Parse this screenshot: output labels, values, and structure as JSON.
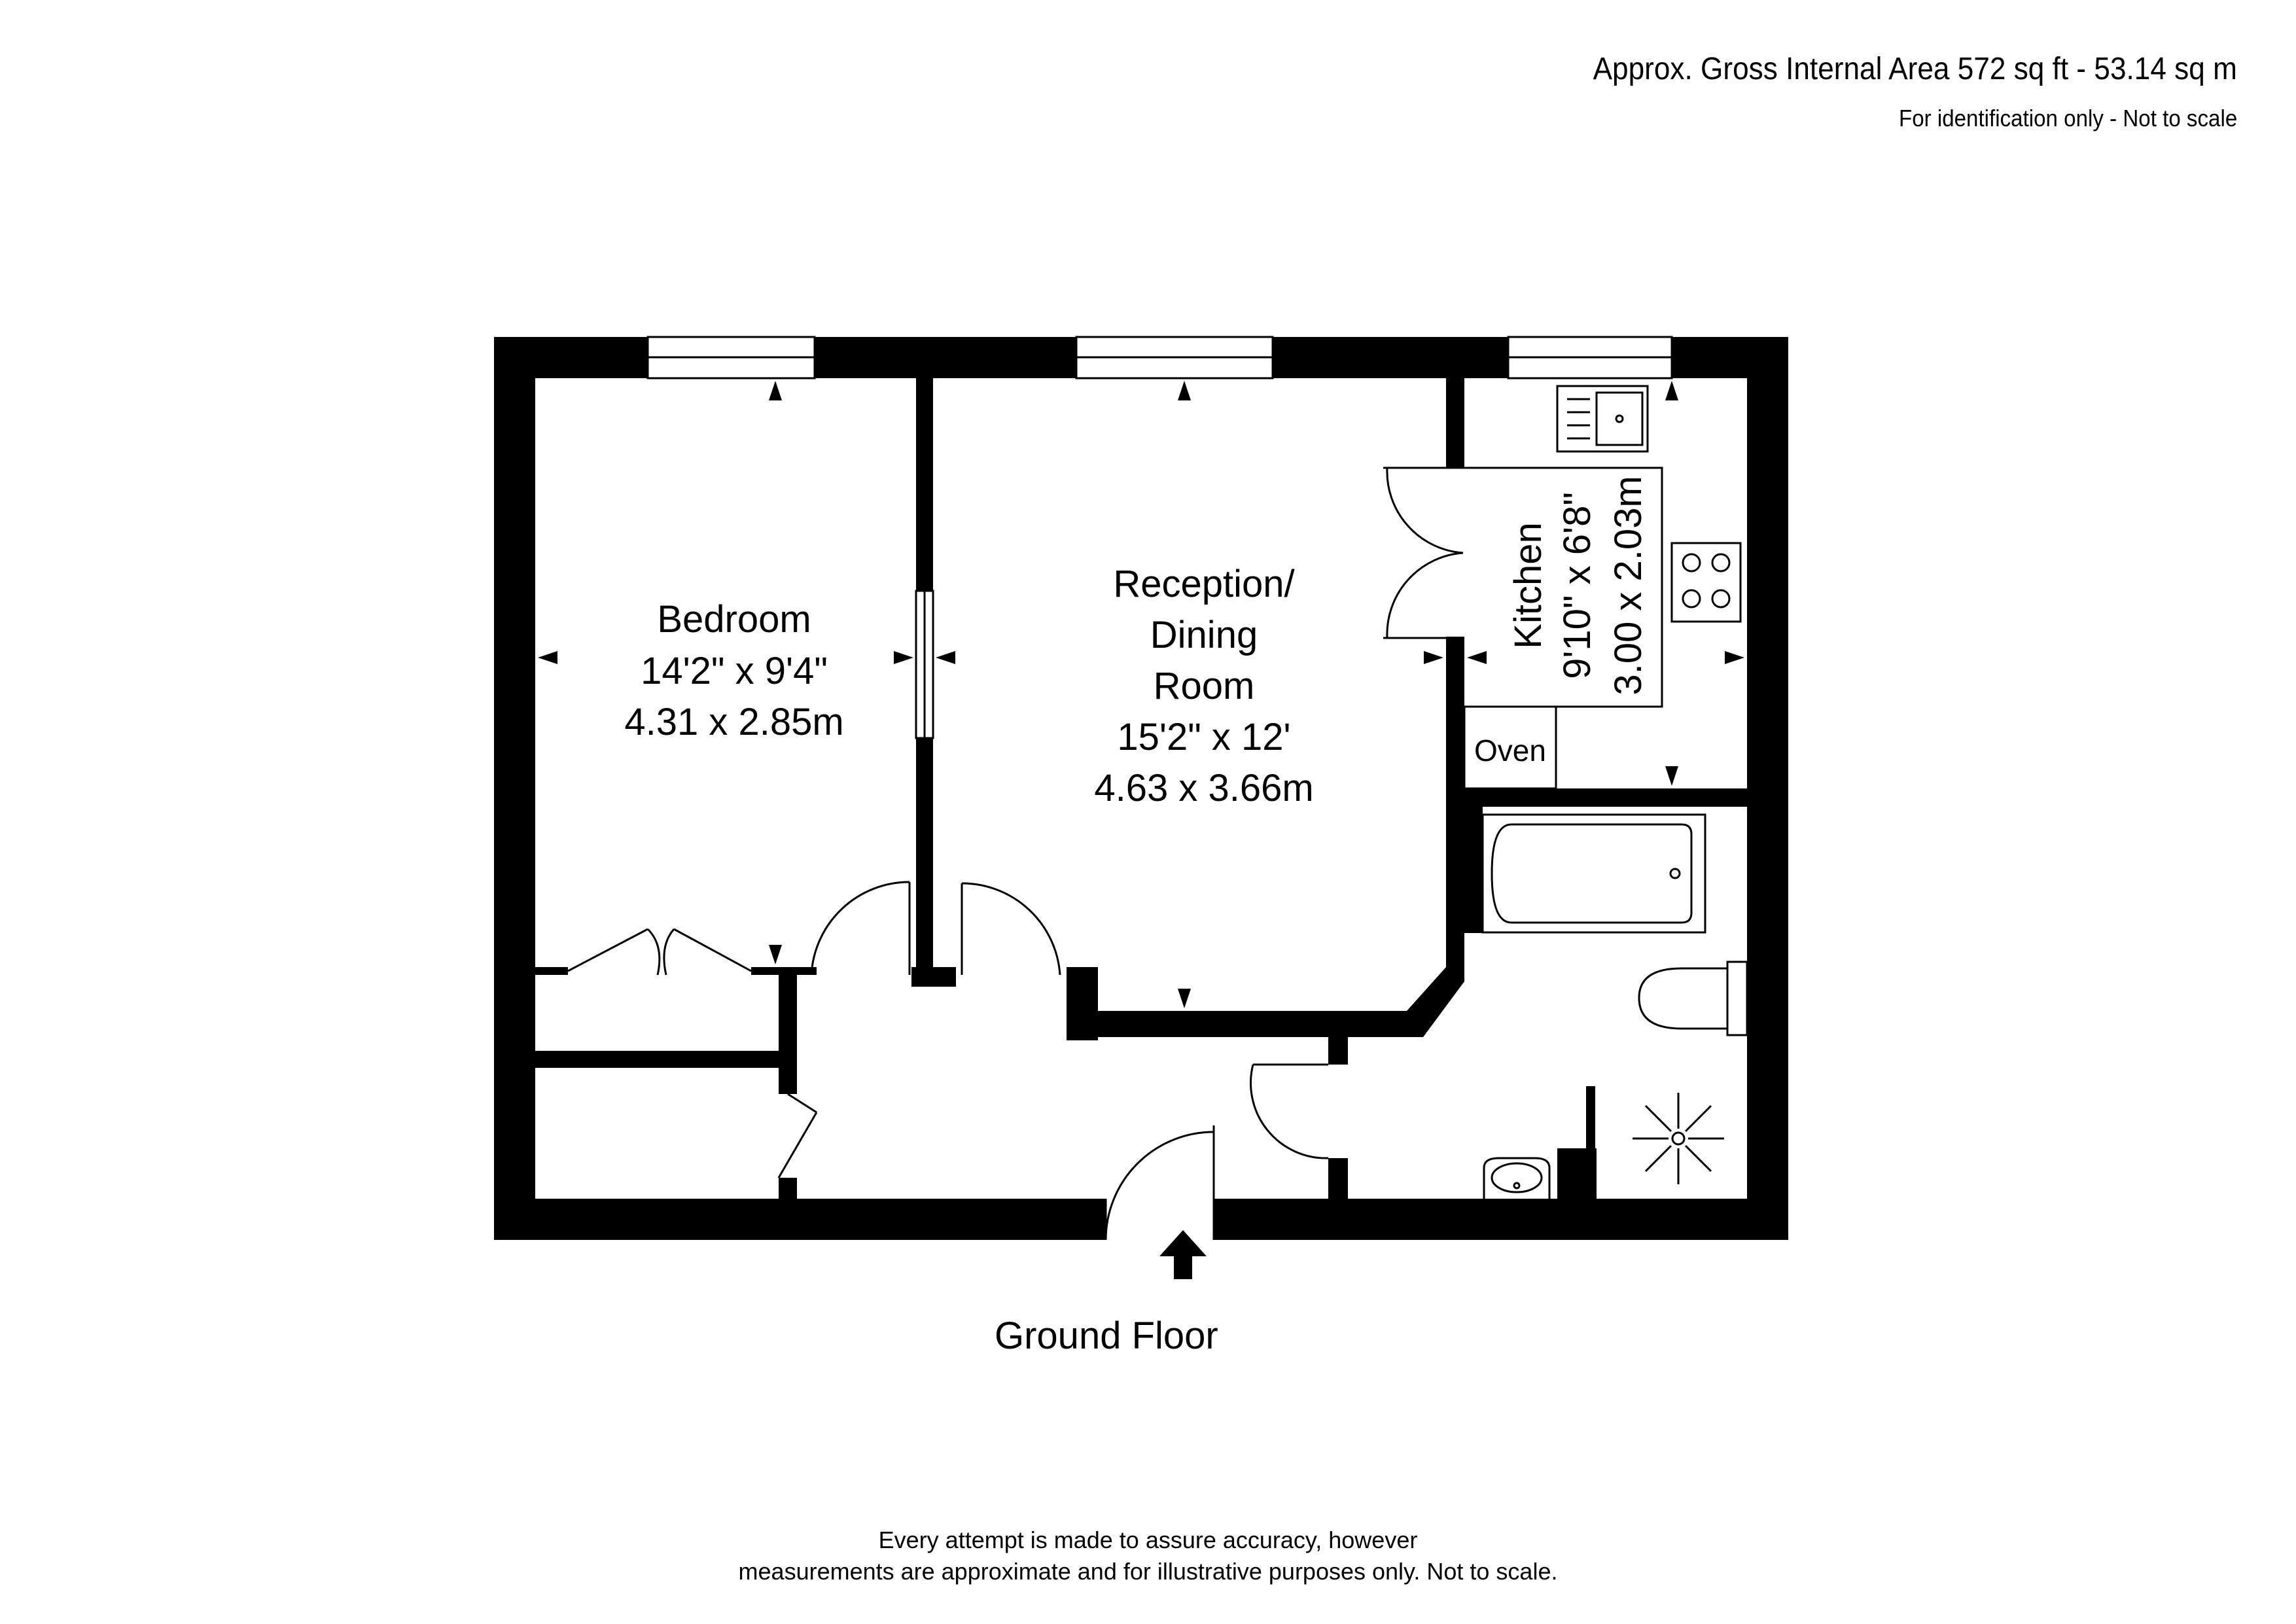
{
  "header": {
    "area": "Approx. Gross Internal Area 572 sq ft -  53.14 sq m",
    "note": "For identification only - Not to scale"
  },
  "rooms": {
    "bedroom": {
      "name": "Bedroom",
      "imperial": "14'2\" x 9'4\"",
      "metric": "4.31 x 2.85m"
    },
    "reception": {
      "line1": "Reception/",
      "line2": "Dining",
      "line3": "Room",
      "imperial": "15'2\" x 12'",
      "metric": "4.63 x 3.66m"
    },
    "kitchen": {
      "name": "Kitchen",
      "imperial": "9'10\" x 6'8\"",
      "metric": "3.00 x 2.03m"
    },
    "oven": {
      "label": "Oven"
    }
  },
  "floor": {
    "title": "Ground Floor"
  },
  "footer": {
    "line1": "Every attempt is made to assure accuracy, however",
    "line2": "measurements are approximate and for illustrative purposes only. Not to scale."
  },
  "colors": {
    "wall": "#000000",
    "background": "#ffffff",
    "line": "#000000"
  }
}
